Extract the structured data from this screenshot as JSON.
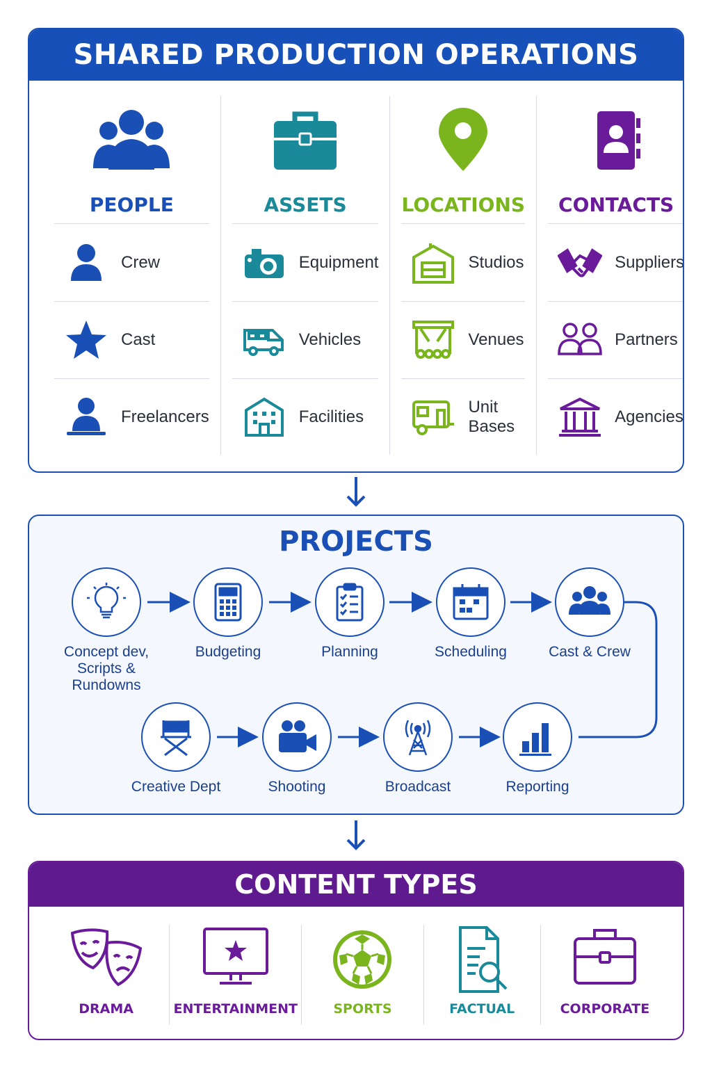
{
  "operations": {
    "title": "SHARED PRODUCTION OPERATIONS",
    "columns": [
      {
        "title": "PEOPLE",
        "color": "#1a4fb5",
        "icon": "people-group-icon",
        "items": [
          {
            "label": "Crew",
            "icon": "person-icon"
          },
          {
            "label": "Cast",
            "icon": "star-icon"
          },
          {
            "label": "Freelancers",
            "icon": "laptop-person-icon"
          }
        ]
      },
      {
        "title": "ASSETS",
        "color": "#1a8a9a",
        "icon": "briefcase-icon",
        "items": [
          {
            "label": "Equipment",
            "icon": "camera-icon"
          },
          {
            "label": "Vehicles",
            "icon": "van-icon"
          },
          {
            "label": "Facilities",
            "icon": "building-icon"
          }
        ]
      },
      {
        "title": "LOCATIONS",
        "color": "#7ab51d",
        "icon": "map-pin-icon",
        "items": [
          {
            "label": "Studios",
            "icon": "studio-icon"
          },
          {
            "label": "Venues",
            "icon": "venue-stage-icon"
          },
          {
            "label": "Unit Bases",
            "icon": "trailer-icon"
          }
        ]
      },
      {
        "title": "CONTACTS",
        "color": "#6a1b9a",
        "icon": "address-book-icon",
        "items": [
          {
            "label": "Suppliers",
            "icon": "handshake-icon"
          },
          {
            "label": "Partners",
            "icon": "partners-icon"
          },
          {
            "label": "Agencies",
            "icon": "institution-icon"
          }
        ]
      }
    ]
  },
  "projects": {
    "title": "PROJECTS",
    "steps": [
      {
        "label": "Concept dev,\nScripts &\nRundowns",
        "icon": "lightbulb-icon"
      },
      {
        "label": "Budgeting",
        "icon": "calculator-icon"
      },
      {
        "label": "Planning",
        "icon": "checklist-icon"
      },
      {
        "label": "Scheduling",
        "icon": "calendar-icon"
      },
      {
        "label": "Cast & Crew",
        "icon": "team-icon"
      },
      {
        "label": "Creative Dept",
        "icon": "director-chair-icon"
      },
      {
        "label": "Shooting",
        "icon": "video-camera-icon"
      },
      {
        "label": "Broadcast",
        "icon": "broadcast-tower-icon"
      },
      {
        "label": "Reporting",
        "icon": "bar-chart-icon"
      }
    ]
  },
  "content_types": {
    "title": "CONTENT TYPES",
    "items": [
      {
        "label": "DRAMA",
        "color": "#6a1b9a",
        "icon": "theater-masks-icon"
      },
      {
        "label": "ENTERTAINMENT",
        "color": "#6a1b9a",
        "icon": "tv-star-icon"
      },
      {
        "label": "SPORTS",
        "color": "#7ab51d",
        "icon": "soccer-ball-icon"
      },
      {
        "label": "FACTUAL",
        "color": "#1a8a9a",
        "icon": "document-search-icon"
      },
      {
        "label": "CORPORATE",
        "color": "#6a1b9a",
        "icon": "briefcase-icon"
      }
    ]
  }
}
